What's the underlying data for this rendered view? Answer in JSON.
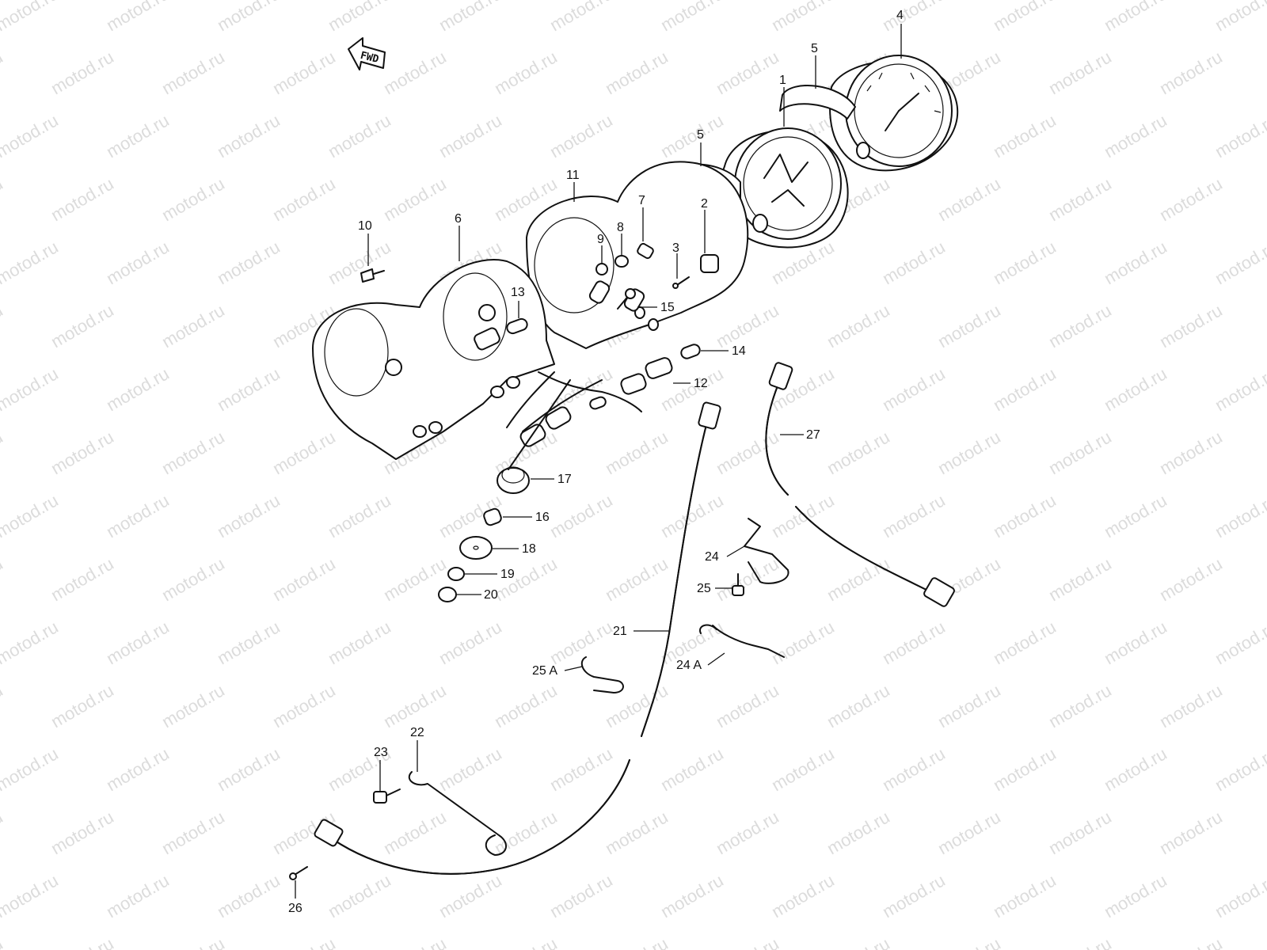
{
  "watermark": "motod.ru",
  "forward_arrow_text": "FWD",
  "callouts": [
    {
      "id": "c1",
      "text": "1"
    },
    {
      "id": "c2",
      "text": "2"
    },
    {
      "id": "c3",
      "text": "3"
    },
    {
      "id": "c4",
      "text": "4"
    },
    {
      "id": "c5a",
      "text": "5"
    },
    {
      "id": "c5b",
      "text": "5"
    },
    {
      "id": "c6",
      "text": "6"
    },
    {
      "id": "c7",
      "text": "7"
    },
    {
      "id": "c8",
      "text": "8"
    },
    {
      "id": "c9",
      "text": "9"
    },
    {
      "id": "c10",
      "text": "10"
    },
    {
      "id": "c11",
      "text": "11"
    },
    {
      "id": "c12",
      "text": "12"
    },
    {
      "id": "c13",
      "text": "13"
    },
    {
      "id": "c14",
      "text": "14"
    },
    {
      "id": "c15",
      "text": "15"
    },
    {
      "id": "c16",
      "text": "16"
    },
    {
      "id": "c17",
      "text": "17"
    },
    {
      "id": "c18",
      "text": "18"
    },
    {
      "id": "c19",
      "text": "19"
    },
    {
      "id": "c20",
      "text": "20"
    },
    {
      "id": "c21",
      "text": "21"
    },
    {
      "id": "c22",
      "text": "22"
    },
    {
      "id": "c23",
      "text": "23"
    },
    {
      "id": "c24",
      "text": "24"
    },
    {
      "id": "c24a",
      "text": "24 A"
    },
    {
      "id": "c25",
      "text": "25"
    },
    {
      "id": "c25a",
      "text": "25 A"
    },
    {
      "id": "c26",
      "text": "26"
    },
    {
      "id": "c27",
      "text": "27"
    }
  ]
}
